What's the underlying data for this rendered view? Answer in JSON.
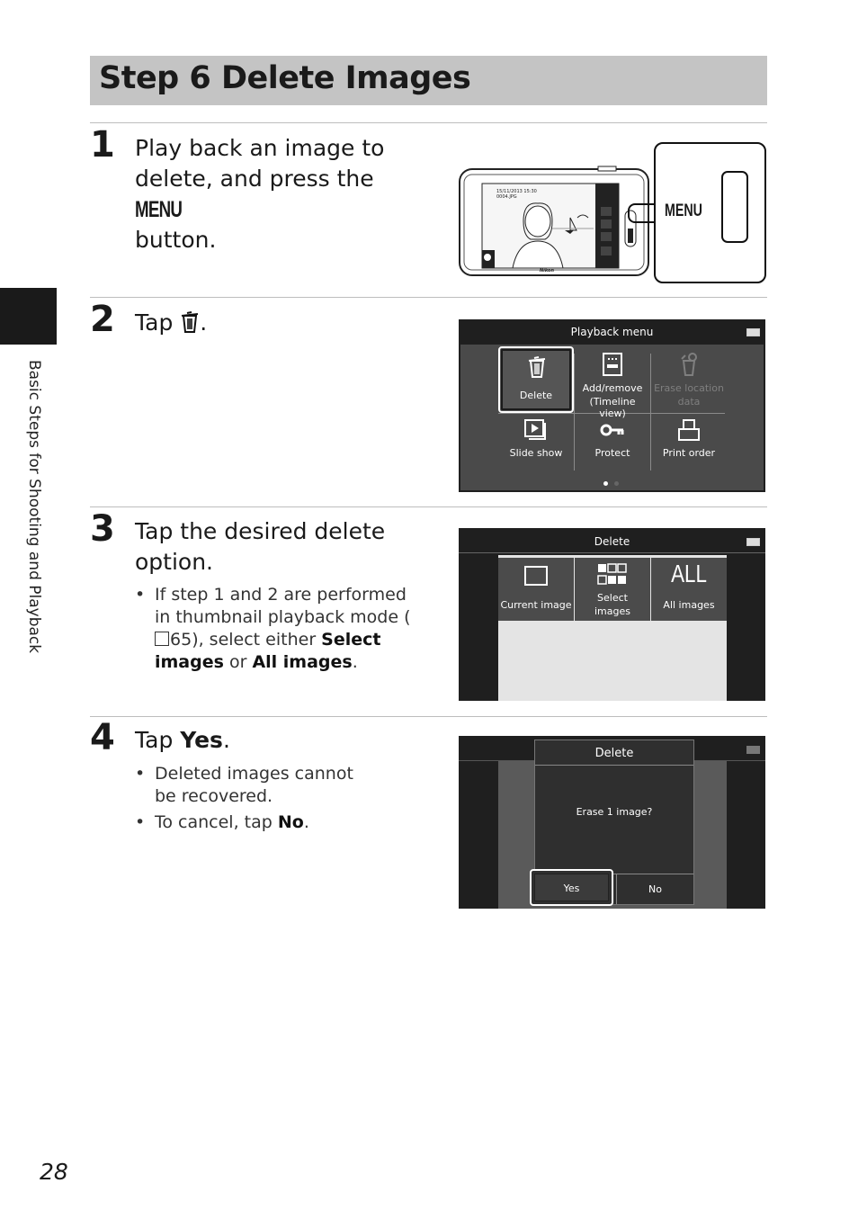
{
  "page": {
    "title": "Step 6 Delete Images",
    "sidebar_label": "Basic Steps for Shooting and Playback",
    "page_number": "28"
  },
  "steps": [
    {
      "number": "1",
      "line1": "Play back an image to",
      "line2a": "delete, and press the ",
      "menu_glyph": "MENU",
      "line3": "button."
    },
    {
      "number": "2",
      "text_a": "Tap ",
      "icon": "trash-icon",
      "text_b": "."
    },
    {
      "number": "3",
      "line1": "Tap the desired delete",
      "line2": "option.",
      "bullet1_a": "If step 1 and 2 are performed in thumbnail playback mode (",
      "bullet1_ref": "65",
      "bullet1_b": "), select either ",
      "bullet1_bold1": "Select images",
      "bullet1_c": " or ",
      "bullet1_bold2": "All images",
      "bullet1_d": "."
    },
    {
      "number": "4",
      "text_a": "Tap ",
      "text_bold": "Yes",
      "text_b": ".",
      "bullet1": "Deleted images cannot be recovered.",
      "bullet2_a": "To cancel, tap ",
      "bullet2_bold": "No",
      "bullet2_b": "."
    }
  ],
  "camera": {
    "date_time": "15/11/2013 15:30",
    "file_name": "0004.JPG",
    "menu_button_label": "MENU",
    "brand": "Nikon"
  },
  "playback_menu": {
    "title": "Playback menu",
    "items": [
      {
        "label": "Delete",
        "icon": "trash-icon"
      },
      {
        "label": "Add/remove",
        "label2": "(Timeline view)",
        "icon": "timeline-icon"
      },
      {
        "label": "Erase location",
        "label2": "data",
        "icon": "erase-location-icon"
      },
      {
        "label": "Slide show",
        "icon": "slideshow-icon"
      },
      {
        "label": "Protect",
        "icon": "key-icon"
      },
      {
        "label": "Print order",
        "icon": "print-icon"
      }
    ]
  },
  "delete_menu": {
    "title": "Delete",
    "items": [
      {
        "label": "Current image",
        "icon": "single-frame-icon"
      },
      {
        "label": "Select",
        "label2": "images",
        "icon": "grid-icon"
      },
      {
        "label": "All images",
        "icon": "all-icon",
        "glyph": "ALL"
      }
    ]
  },
  "confirm_dialog": {
    "title": "Delete",
    "message": "Erase 1 image?",
    "yes_label": "Yes",
    "no_label": "No"
  }
}
